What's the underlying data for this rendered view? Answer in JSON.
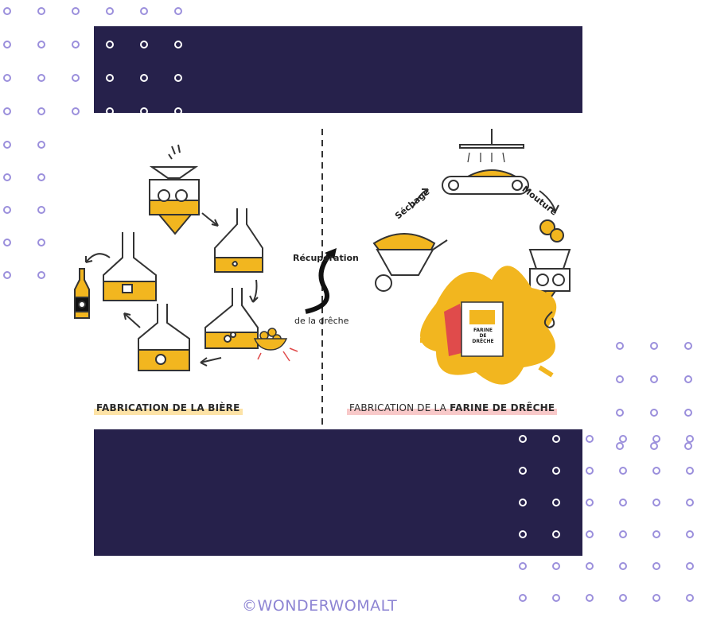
{
  "diagram": {
    "center_label_top": "Récupération",
    "center_label_bottom": "de la drêche",
    "step_drying": "Séchage",
    "step_milling": "Mouture",
    "caption_left": "FABRICATION DE LA BIÈRE",
    "caption_right_plain": "FABRICATION DE LA ",
    "caption_right_bold": "FARINE DE DRÊCHE",
    "bag_label": "FARINE DE DRÊCHE"
  },
  "credit": "©WONDERWOMALT",
  "colors": {
    "navy": "#26214b",
    "dots": "#9b8fdc",
    "yellow": "#f2b61f",
    "accent_red": "#e04b4b"
  }
}
